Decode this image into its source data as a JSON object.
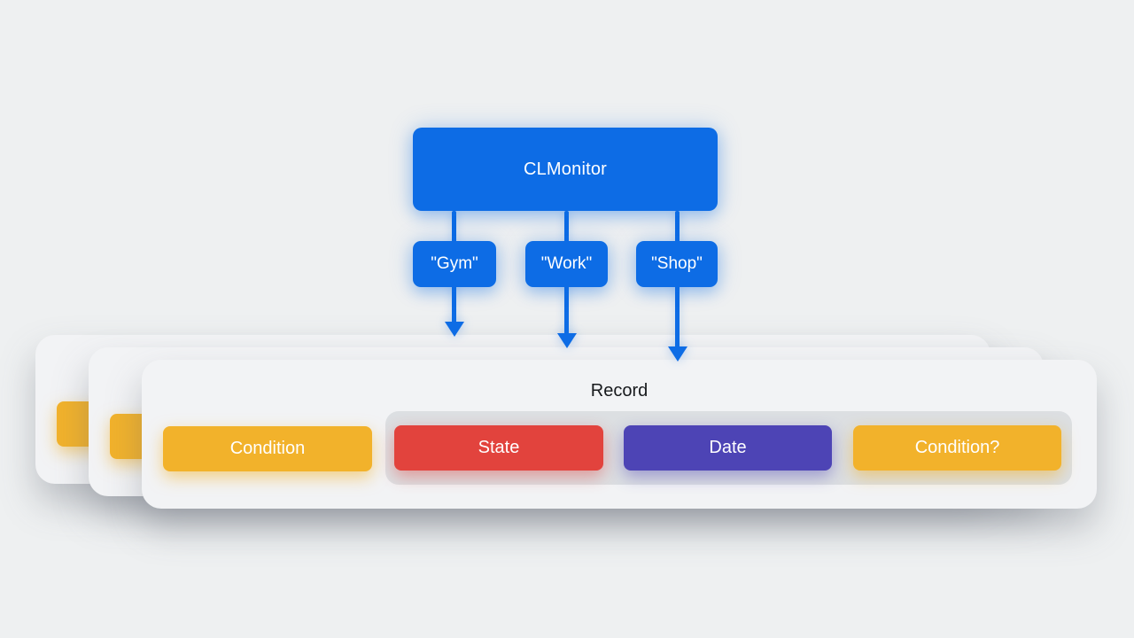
{
  "colors": {
    "background": "#eef0f1",
    "node_blue": "#0d6ce5",
    "field_yellow": "#f2b22b",
    "field_red": "#e2433d",
    "field_purple": "#4d44b5",
    "card_background": "#f2f3f5",
    "tray_background": "#dcdfe2",
    "title_text": "#17191c",
    "node_text": "#ffffff"
  },
  "root_node": {
    "label": "CLMonitor"
  },
  "branches": [
    {
      "label": "\"Gym\""
    },
    {
      "label": "\"Work\""
    },
    {
      "label": "\"Shop\""
    }
  ],
  "record_card": {
    "title": "Record",
    "condition_label": "Condition",
    "fields": [
      {
        "label": "State",
        "color": "#e2433d"
      },
      {
        "label": "Date",
        "color": "#4d44b5"
      },
      {
        "label": "Condition?",
        "color": "#f2b22b"
      }
    ]
  }
}
